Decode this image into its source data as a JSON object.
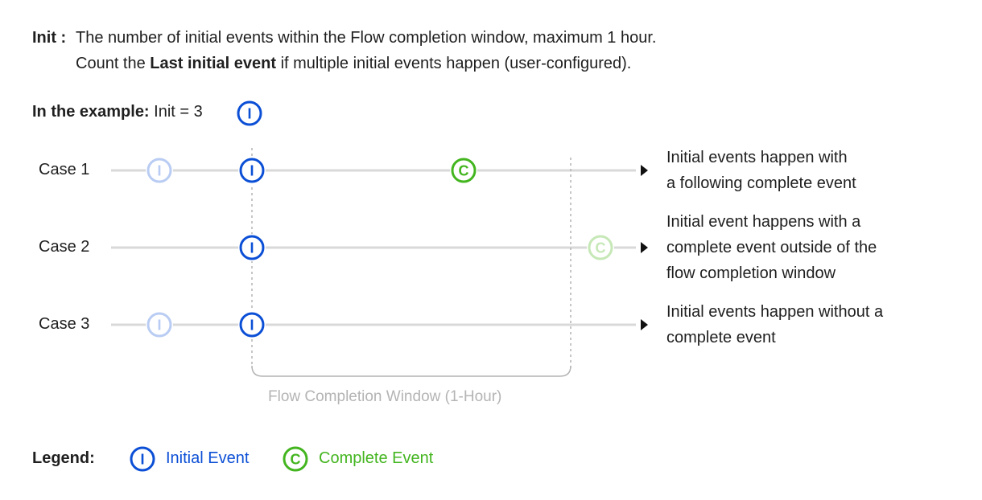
{
  "definition": {
    "term": "Init :",
    "line1": "The number of initial events within the Flow completion window, maximum 1 hour.",
    "line2_before": "Count the ",
    "line2_bold": "Last initial event",
    "line2_after": " if multiple initial events happen (user-configured)."
  },
  "example": {
    "label": "In the example:",
    "value": "Init = 3"
  },
  "marker_letters": {
    "initial": "I",
    "complete": "C"
  },
  "cases": [
    {
      "label": "Case 1",
      "description": [
        "Initial events happen with",
        "a following complete event"
      ],
      "events": [
        {
          "type": "initial",
          "faded": true
        },
        {
          "type": "initial",
          "faded": false
        },
        {
          "type": "complete",
          "faded": false
        }
      ]
    },
    {
      "label": "Case 2",
      "description": [
        "Initial event happens with a",
        "complete event outside of the",
        "flow completion window"
      ],
      "events": [
        {
          "type": "initial",
          "faded": false
        },
        {
          "type": "complete",
          "faded": true
        }
      ]
    },
    {
      "label": "Case 3",
      "description": [
        "Initial events happen without a",
        "complete event"
      ],
      "events": [
        {
          "type": "initial",
          "faded": true
        },
        {
          "type": "initial",
          "faded": false
        }
      ]
    }
  ],
  "window_label": "Flow Completion Window (1-Hour)",
  "legend": {
    "title": "Legend:",
    "initial_label": "Initial Event",
    "complete_label": "Complete Event"
  },
  "colors": {
    "initial": "#0b4fd6",
    "initial_faded": "#b9ccf3",
    "complete": "#43b51f",
    "complete_faded": "#c6e8b7",
    "line": "#d9d9d9",
    "window": "#b4b4b4"
  }
}
